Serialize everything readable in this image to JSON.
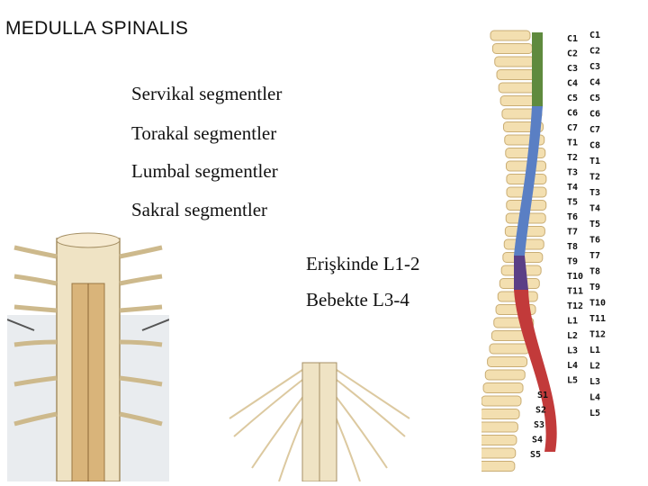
{
  "title": "MEDULLA SPINALIS",
  "segments": [
    "Servikal segmentler",
    "Torakal segmentler",
    "Lumbal segmentler",
    "Sakral segmentler"
  ],
  "notes": [
    "Erişkinde L1-2",
    "Bebekte L3-4"
  ],
  "spine_labels": {
    "inner": [
      "C1",
      "C2",
      "C3",
      "C4",
      "C5",
      "C6",
      "C7",
      "T1",
      "T2",
      "T3",
      "T4",
      "T5",
      "T6",
      "T7",
      "T8",
      "T9",
      "T10",
      "T11",
      "T12",
      "L1",
      "L2",
      "L3",
      "L4",
      "L5",
      "S1",
      "S2",
      "S3",
      "S4",
      "S5"
    ],
    "outer": [
      "C1",
      "C2",
      "C3",
      "C4",
      "C5",
      "C6",
      "C7",
      "C8",
      "T1",
      "T2",
      "T3",
      "T4",
      "T5",
      "T6",
      "T7",
      "T8",
      "T9",
      "T10",
      "T11",
      "T12",
      "L1",
      "L2",
      "L3",
      "L4",
      "L5"
    ]
  },
  "colors": {
    "cervical": "#5f8a3e",
    "thoracic": "#5a7fc4",
    "lumbar": "#5b3f86",
    "sacral": "#c23a3a",
    "bone": "#f3dfb0",
    "nerve": "#e8dcc0"
  }
}
